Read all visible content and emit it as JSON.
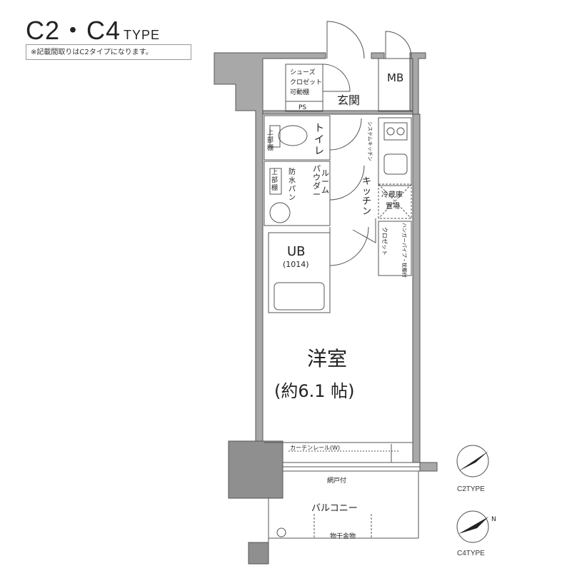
{
  "header": {
    "title_main": "C2・C4",
    "title_sub": "TYPE",
    "note": "※記載間取りはC2タイプになります。"
  },
  "rooms": {
    "shoes_closet": [
      "シューズ",
      "クロゼット",
      "可動棚"
    ],
    "ps": "PS",
    "mb": "MB",
    "entrance": "玄関",
    "toilet": [
      "ト",
      "イ",
      "レ"
    ],
    "upper_shelf_toilet": [
      "上",
      "部",
      "棚"
    ],
    "powder_room": [
      "パ",
      "ウ",
      "ダ",
      "ー",
      "ル",
      "ー",
      "ム"
    ],
    "upper_shelf_powder": [
      "上",
      "部",
      "棚"
    ],
    "waterproof_pan": [
      "防",
      "水",
      "パ",
      "ン"
    ],
    "system_kitchen": "システムキッチン",
    "kitchen": [
      "キ",
      "ッ",
      "チ",
      "ン"
    ],
    "fridge_space": [
      "冷蔵庫",
      "置場"
    ],
    "closet": "クロゼット",
    "hanger_pipe": "ハンガーパイプ・枕棚付",
    "ub_label": "UB",
    "ub_size": "(1014)",
    "western_room": "洋室",
    "western_size": "(約6.1 帖)",
    "curtain_rail": "カーテンレール(W)",
    "screen_door": "網戸付",
    "balcony": "バルコニー",
    "laundry_pole": "物干金物"
  },
  "compass": {
    "c2_label": "C2TYPE",
    "c4_label": "C4TYPE",
    "north": "N"
  }
}
